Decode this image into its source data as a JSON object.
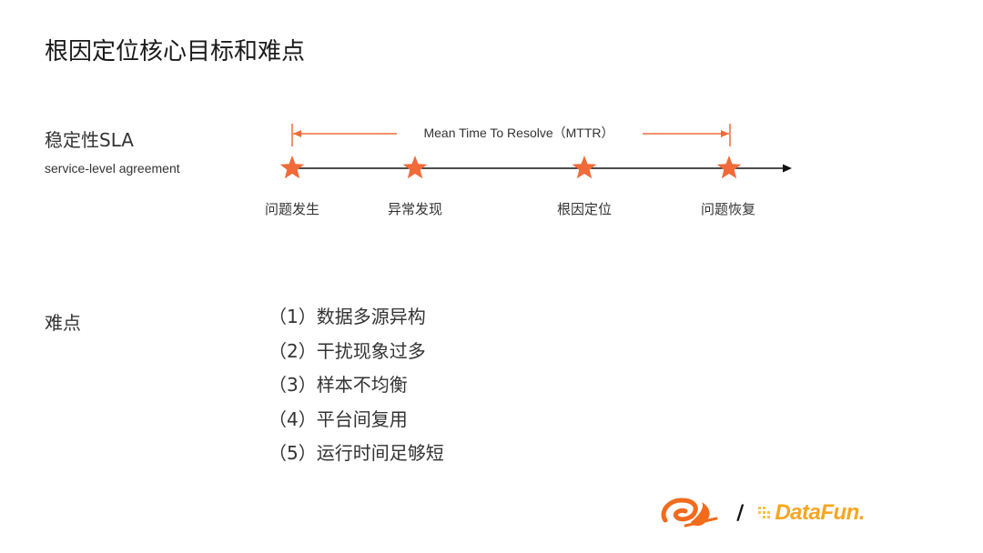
{
  "slide": {
    "title": "根因定位核心目标和难点"
  },
  "sla": {
    "heading": "稳定性SLA",
    "subheading": "service-level agreement"
  },
  "timeline": {
    "span_label": "Mean Time To Resolve（MTTR）",
    "events": [
      {
        "label": "问题发生"
      },
      {
        "label": "异常发现"
      },
      {
        "label": "根因定位"
      },
      {
        "label": "问题恢复"
      }
    ],
    "colors": {
      "accent": "#f06a3a",
      "axis": "#111111"
    }
  },
  "difficulties": {
    "heading": "难点",
    "items": [
      "（1）数据多源异构",
      "（2）干扰现象过多",
      "（3）样本不均衡",
      "（4）平台间复用",
      "（5）运行时间足够短"
    ]
  },
  "logos": {
    "alibaba_icon": "alibaba-logo-icon",
    "separator": "/",
    "datafun_text": "DataFun."
  }
}
